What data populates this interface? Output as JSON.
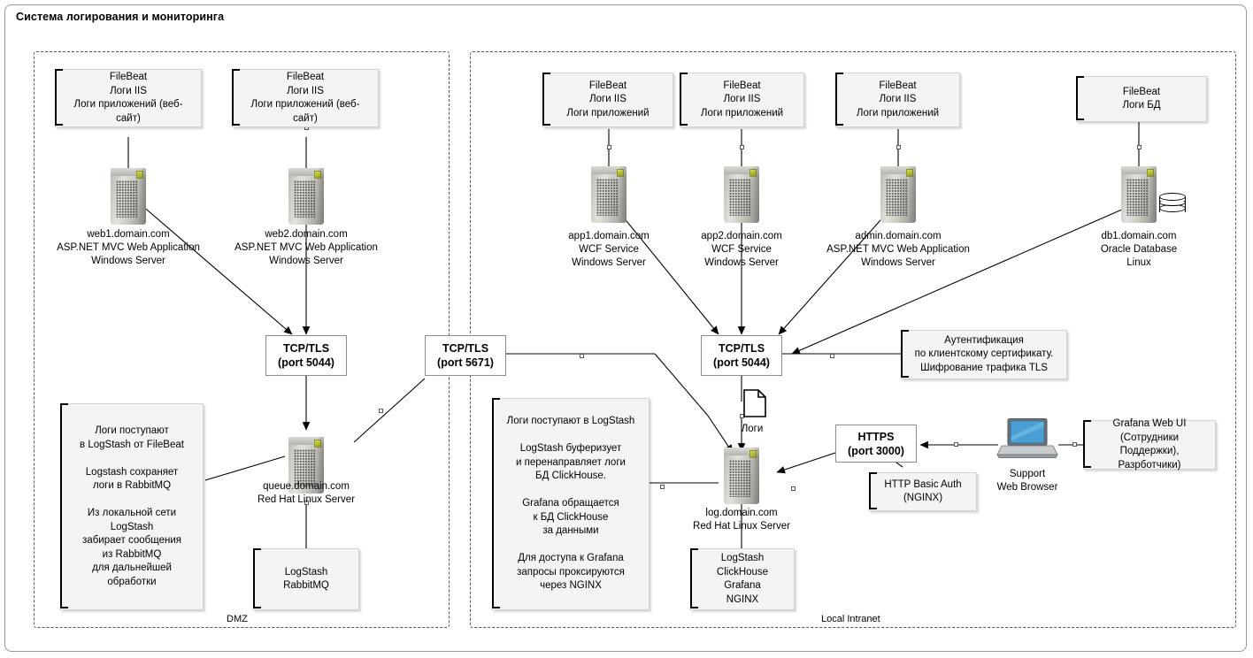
{
  "diagram": {
    "title": "Система логирования и мониторинга",
    "type": "network-architecture"
  },
  "zones": [
    {
      "id": "dmz",
      "label": "DMZ"
    },
    {
      "id": "intranet",
      "label": "Local Intranet"
    }
  ],
  "agent_notes": [
    {
      "id": "fb-web1",
      "text": "FileBeat\nЛоги IIS\nЛоги приложений (веб-сайт)"
    },
    {
      "id": "fb-web2",
      "text": "FileBeat\nЛоги IIS\nЛоги приложений (веб-сайт)"
    },
    {
      "id": "fb-app1",
      "text": "FileBeat\nЛоги IIS\nЛоги приложений"
    },
    {
      "id": "fb-app2",
      "text": "FileBeat\nЛоги IIS\nЛоги приложений"
    },
    {
      "id": "fb-admin",
      "text": "FileBeat\nЛоги IIS\nЛоги приложений"
    },
    {
      "id": "fb-db1",
      "text": "FileBeat\nЛоги БД"
    }
  ],
  "servers": [
    {
      "id": "web1",
      "caption": "web1.domain.com\nASP.NET MVC Web Application\nWindows Server"
    },
    {
      "id": "web2",
      "caption": "web2.domain.com\nASP.NET MVC Web Application\nWindows Server"
    },
    {
      "id": "app1",
      "caption": "app1.domain.com\nWCF Service\nWindows Server"
    },
    {
      "id": "app2",
      "caption": "app2.domain.com\nWCF Service\nWindows Server"
    },
    {
      "id": "admin",
      "caption": "admin.domain.com\nASP.NET MVC Web Application\nWindows Server"
    },
    {
      "id": "db1",
      "caption": "db1.domain.com\nOracle Database\nLinux"
    },
    {
      "id": "queue",
      "caption": "queue.domain.com\nRed Hat Linux Server"
    },
    {
      "id": "log",
      "caption": "log.domain.com\nRed Hat Linux Server"
    }
  ],
  "port_boxes": [
    {
      "id": "tcp-5044-dmz",
      "protocol": "TCP/TLS",
      "port": "(port 5044)"
    },
    {
      "id": "tcp-5671",
      "protocol": "TCP/TLS",
      "port": "(port 5671)"
    },
    {
      "id": "tcp-5044-intranet",
      "protocol": "TCP/TLS",
      "port": "(port 5044)"
    },
    {
      "id": "https-3000",
      "protocol": "HTTPS",
      "port": "(port 3000)"
    }
  ],
  "software_notes": [
    {
      "id": "queue-sw",
      "text": "LogStash\nRabbitMQ"
    },
    {
      "id": "log-sw",
      "text": "LogStash\nClickHouse\nGrafana\nNGINX"
    }
  ],
  "description_notes": [
    {
      "id": "dmz-flow",
      "text": "Логи поступают\nв LogStash от FileBeat\n\nLogstash сохраняет\nлоги в RabbitMQ\n\nИз локальной сети LogStash\nзабирает сообщения\nиз RabbitMQ\nдля дальнейшей\nобработки"
    },
    {
      "id": "log-flow",
      "text": "Логи поступают в LogStash\n\nLogStash буферизует\nи перенаправляет логи\nБД ClickHouse.\n\nGrafana обращается\nк БД ClickHouse\nза данными\n\nДля доступа к Grafana\nзапросы проксируются\nчерез NGINX"
    },
    {
      "id": "auth-note",
      "text": "Аутентификация\nпо клиентскому сертификату.\nШифрование трафика TLS"
    },
    {
      "id": "basic-auth",
      "text": "HTTP Basic Auth\n(NGINX)"
    },
    {
      "id": "grafana-ui",
      "text": "Grafana Web UI\n(Сотрудники Поддержки),\nРазрботчики)"
    }
  ],
  "artifacts": [
    {
      "id": "logs-doc",
      "label": "Логи"
    }
  ],
  "endpoints": [
    {
      "id": "browser",
      "caption": "Support\nWeb Browser"
    }
  ],
  "colors": {
    "note_fill": "#f4f4f4",
    "note_border": "#d2d2d2",
    "bracket": "#000000",
    "port_box_fill": "#ffffff",
    "port_box_border": "#8d8d8d",
    "zone_border": "#555555",
    "frame_border": "#9a9a9a",
    "edge": "#000000",
    "laptop_screen": "#4a9fd4",
    "server_led": "#b9c33a"
  }
}
